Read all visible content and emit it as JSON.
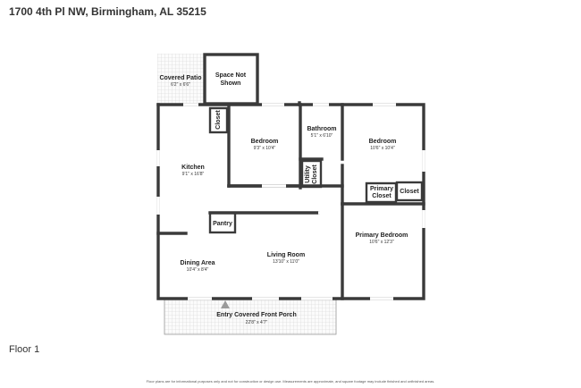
{
  "address": "1700 4th Pl NW, Birmingham, AL 35215",
  "floor_label": "Floor 1",
  "disclaimer": "Floor plans are for informational purposes only and not for construction or design use. Measurements are approximate, and square footage may include finished and unfinished areas.",
  "rooms": {
    "covered_patio": {
      "name": "Covered Patio",
      "dim": "6'2\" x 6'6\""
    },
    "space_not_shown": {
      "name_line1": "Space Not",
      "name_line2": "Shown"
    },
    "closet_left": {
      "name": "Closet"
    },
    "bedroom_1": {
      "name": "Bedroom",
      "dim": "9'3\" x 10'4\""
    },
    "bathroom": {
      "name": "Bathroom",
      "dim": "5'1\" x 6'10\""
    },
    "bedroom_2": {
      "name": "Bedroom",
      "dim": "10'6\" x 10'4\""
    },
    "kitchen": {
      "name": "Kitchen",
      "dim": "9'1\" x 16'8\""
    },
    "utility_closet": {
      "name_line1": "Utility",
      "name_line2": "Closet"
    },
    "primary_closet": {
      "name_line1": "Primary",
      "name_line2": "Closet"
    },
    "closet_right": {
      "name": "Closet"
    },
    "pantry": {
      "name": "Pantry"
    },
    "primary_bedroom": {
      "name": "Primary Bedroom",
      "dim": "10'6\" x 12'3\""
    },
    "living_room": {
      "name": "Living Room",
      "dim": "13'10\" x 11'0\""
    },
    "dining_area": {
      "name": "Dining Area",
      "dim": "10'4\" x 8'4\""
    },
    "front_porch": {
      "name": "Entry Covered Front Porch",
      "dim": "22'8\" x 4'7\""
    }
  }
}
